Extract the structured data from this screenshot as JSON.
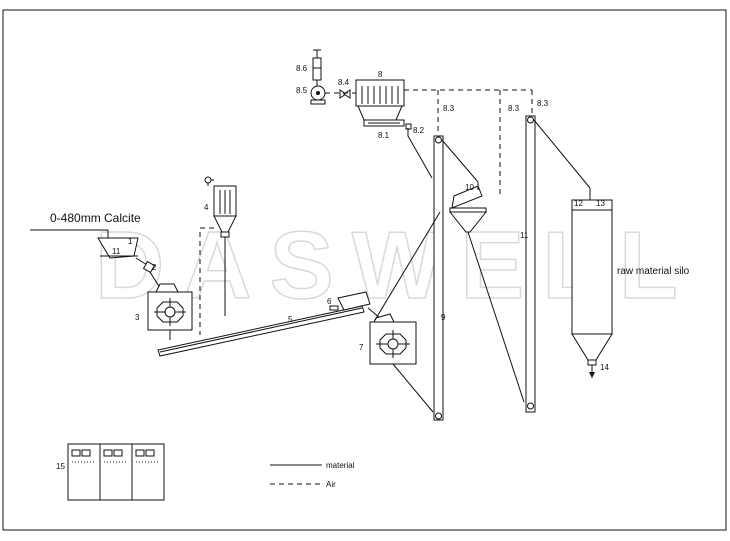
{
  "feed_label": "0-480mm Calcite",
  "watermark": "DASWELL",
  "silo_label": "raw material silo",
  "legend": {
    "material": "material",
    "air": "Air"
  },
  "numbers": {
    "n1": "1",
    "n11a": "11",
    "n2": "2",
    "n3": "3",
    "n4": "4",
    "n5": "5",
    "n6": "6",
    "n7": "7",
    "n8": "8",
    "n8_1": "8.1",
    "n8_2": "8.2",
    "n8_3a": "8.3",
    "n8_3b": "8.3",
    "n8_3c": "8.3",
    "n8_4": "8.4",
    "n8_5": "8.5",
    "n8_6": "8.6",
    "n9": "9",
    "n10": "10",
    "n11": "11",
    "n12": "12",
    "n13": "13",
    "n14": "14",
    "n15": "15"
  }
}
